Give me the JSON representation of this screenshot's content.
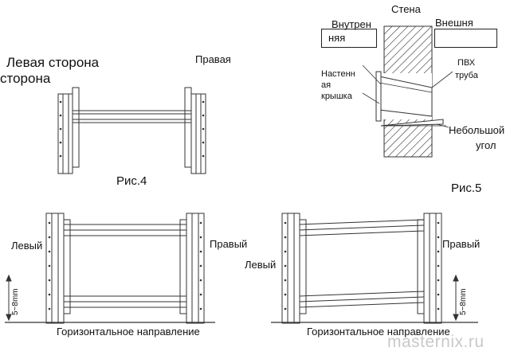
{
  "top_left": {
    "left_side_line1": "Левая сторона",
    "left_side_line2": "сторона",
    "right_side": "Правая"
  },
  "top_right": {
    "wall": "Стена",
    "inside": "Внутрен\nняя",
    "inside_line1": "Внутрен",
    "inside_line2": "няя",
    "outside": "Внешня",
    "wall_cap_line1": "Настенн",
    "wall_cap_line2": "ая",
    "wall_cap_line3": "крышка",
    "pvc_line1": "ПВХ",
    "pvc_line2": "труба",
    "angle_line1": "Небольшой",
    "angle_line2": "угол"
  },
  "figures": {
    "fig4": "Рис.4",
    "fig5": "Рис.5"
  },
  "bottom_left": {
    "left": "Левый",
    "right": "Правый",
    "gap": "5~8mm",
    "horizontal": "Горизонтальное направление"
  },
  "bottom_right": {
    "left": "Левый",
    "right": "Правый",
    "gap": "5~8mm",
    "horizontal": "Горизонтальное направление"
  },
  "watermark": "masternix.ru"
}
